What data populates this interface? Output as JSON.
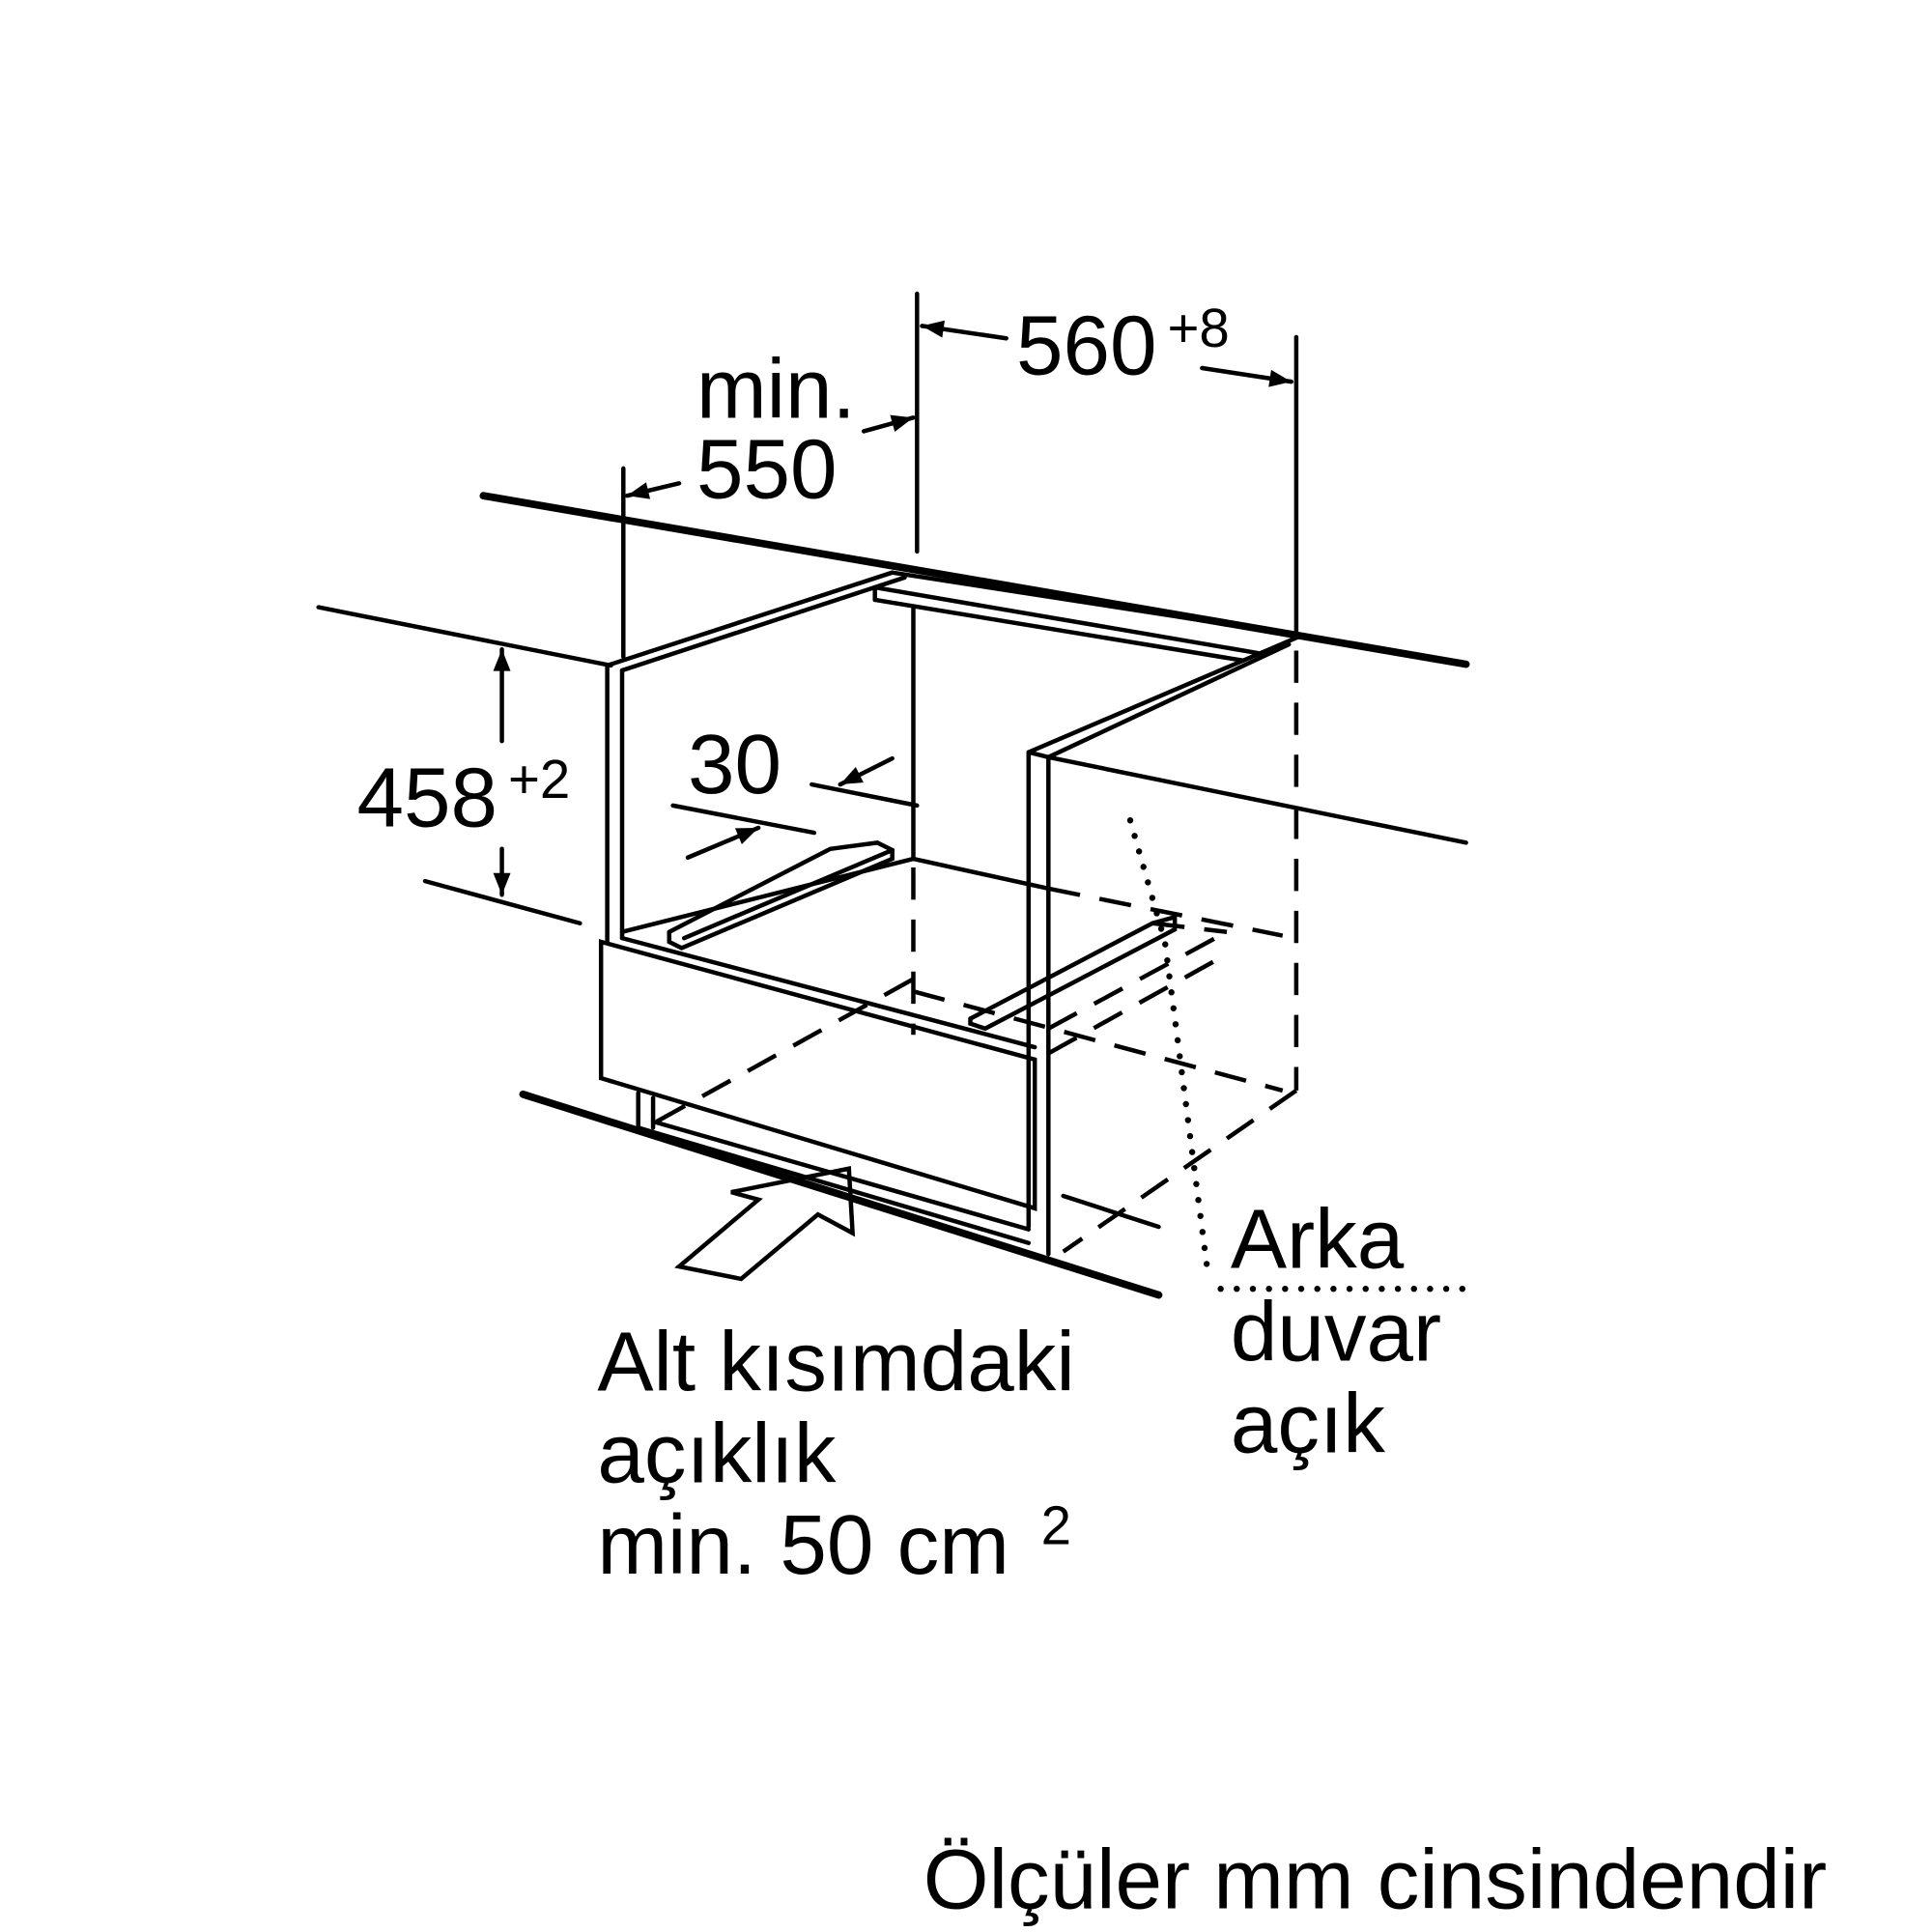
{
  "dimensions": {
    "width": {
      "value": "560",
      "tolerance": "+8"
    },
    "depth": {
      "prefix": "min.",
      "value": "550"
    },
    "height": {
      "value": "458",
      "tolerance": "+2"
    },
    "rear_gap": {
      "value": "30"
    }
  },
  "labels": {
    "back_wall": [
      "Arka",
      "duvar",
      "açık"
    ],
    "bottom_opening": [
      "Alt kısımdaki",
      "açıklık",
      "min. 50 cm"
    ],
    "bottom_opening_unit_exp": "2"
  },
  "footer": "Ölçüler mm cinsindendir",
  "colors": {
    "line": "#000000",
    "background": "#ffffff"
  }
}
